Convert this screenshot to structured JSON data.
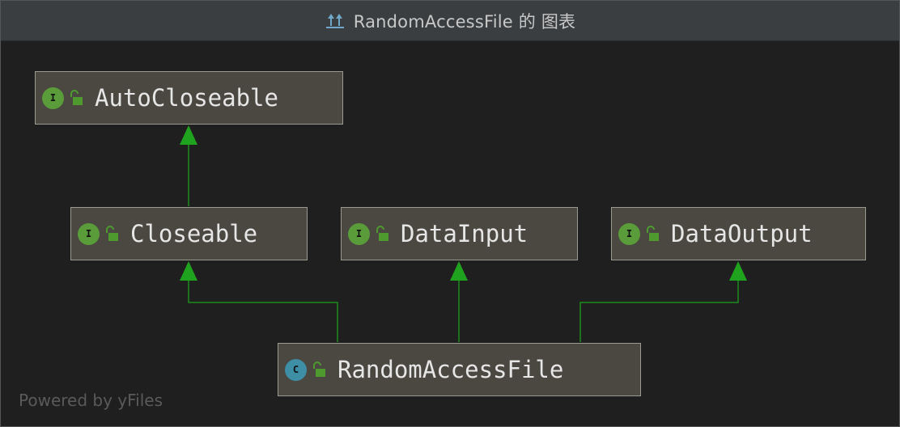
{
  "window": {
    "title": "RandomAccessFile 的 图表",
    "title_icon": "class-hierarchy-icon"
  },
  "nodes": [
    {
      "id": "autocloseable",
      "label": "AutoCloseable",
      "kind": "interface",
      "badge": "I"
    },
    {
      "id": "closeable",
      "label": "Closeable",
      "kind": "interface",
      "badge": "I"
    },
    {
      "id": "datainput",
      "label": "DataInput",
      "kind": "interface",
      "badge": "I"
    },
    {
      "id": "dataoutput",
      "label": "DataOutput",
      "kind": "interface",
      "badge": "I"
    },
    {
      "id": "randomaccessfile",
      "label": "RandomAccessFile",
      "kind": "class",
      "badge": "C"
    }
  ],
  "edges": [
    {
      "from": "closeable",
      "to": "autocloseable",
      "type": "extends"
    },
    {
      "from": "randomaccessfile",
      "to": "closeable",
      "type": "implements"
    },
    {
      "from": "randomaccessfile",
      "to": "datainput",
      "type": "implements"
    },
    {
      "from": "randomaccessfile",
      "to": "dataoutput",
      "type": "implements"
    }
  ],
  "footer": {
    "watermark": "Powered by yFiles"
  },
  "colors": {
    "edge": "#1f8a1f",
    "arrow": "#1fa31f",
    "interface_badge": "#5a9c3a",
    "class_badge": "#3e8ea6",
    "node_fill": "#4a4840",
    "background": "#1f1f1f"
  }
}
